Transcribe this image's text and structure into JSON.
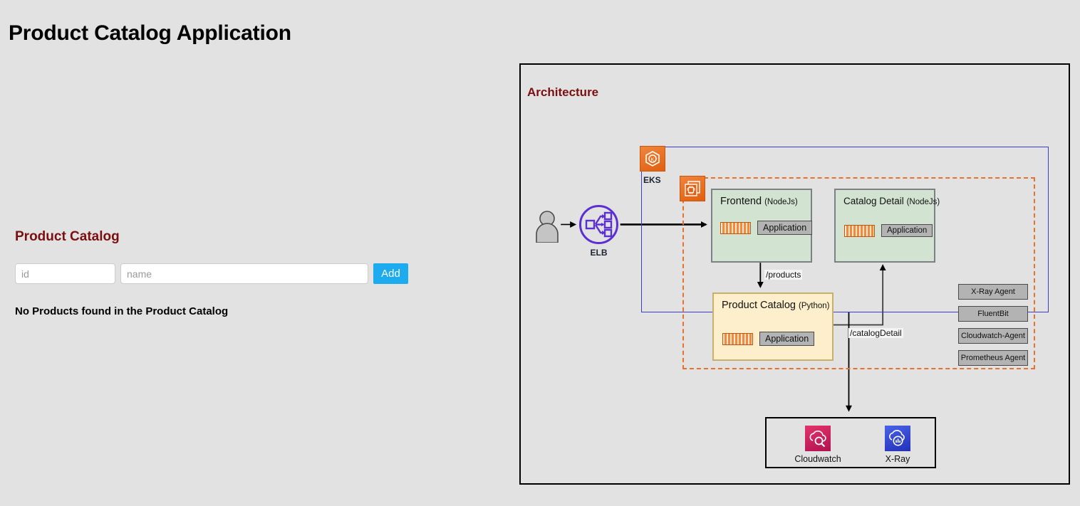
{
  "page": {
    "title": "Product Catalog Application",
    "background_color": "#e2e2e2"
  },
  "catalog": {
    "heading": "Product Catalog",
    "heading_color": "#7b0f10",
    "id_placeholder": "id",
    "id_value": "",
    "name_placeholder": "name",
    "name_value": "",
    "add_label": "Add",
    "add_color": "#1cabee",
    "empty_message": "No Products found in the Product Catalog"
  },
  "architecture": {
    "title": "Architecture",
    "title_color": "#7b0f10",
    "actor": {
      "icon": "user-icon"
    },
    "elb": {
      "label": "ELB",
      "icon": "elb-icon",
      "color": "#5b2fd1"
    },
    "cluster": {
      "label": "EKS",
      "icon": "eks-icon",
      "border_color": "#3b3bd6"
    },
    "nodegroup": {
      "icon": "ec2-icon",
      "border_color": "#e8722c"
    },
    "services": [
      {
        "name": "Frontend",
        "language": "NodeJs",
        "badge": "Application",
        "container_icon": "container-icon",
        "fill": "#d3e3d1"
      },
      {
        "name": "Catalog Detail",
        "language": "NodeJs",
        "badge": "Application",
        "container_icon": "container-icon",
        "fill": "#d3e3d1"
      },
      {
        "name": "Product Catalog",
        "language": "Python",
        "badge": "Application",
        "container_icon": "container-icon",
        "fill": "#fdefcb"
      }
    ],
    "edges": [
      {
        "label": "/products"
      },
      {
        "label": "/catalogDetail"
      }
    ],
    "agents": [
      {
        "label": "X-Ray Agent"
      },
      {
        "label": "FluentBit"
      },
      {
        "label": "Cloudwatch-Agent"
      },
      {
        "label": "Prometheus Agent"
      }
    ],
    "observability": [
      {
        "label": "Cloudwatch",
        "icon": "cloudwatch-icon",
        "color": "#d42363"
      },
      {
        "label": "X-Ray",
        "icon": "xray-icon",
        "color": "#3448dd"
      }
    ]
  }
}
